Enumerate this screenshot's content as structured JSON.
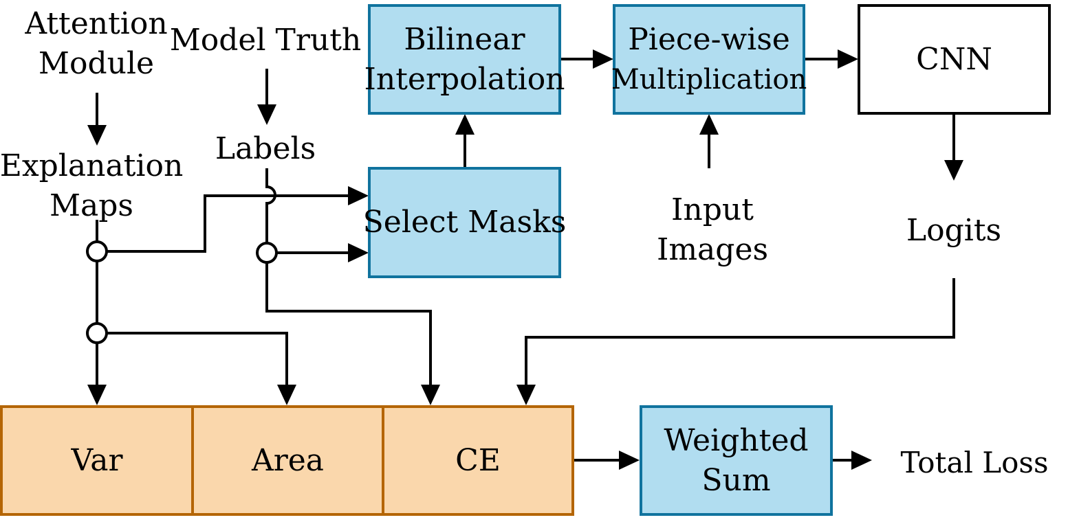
{
  "colors": {
    "blue_fill": "#b1ddf0",
    "blue_stroke": "#10739e",
    "orange_fill": "#fad7ac",
    "orange_stroke": "#b46504",
    "line": "#000000"
  },
  "labels": {
    "attention_module": [
      "Attention",
      "Module"
    ],
    "model_truth": "Model Truth",
    "explanation_maps": [
      "Explanation",
      "Maps"
    ],
    "labels": "Labels",
    "input_images": [
      "Input",
      "Images"
    ],
    "logits": "Logits",
    "total_loss": "Total Loss"
  },
  "boxes": {
    "bilinear": [
      "Bilinear",
      "Interpolation"
    ],
    "piecewise": [
      "Piece-wise",
      "Multiplication"
    ],
    "cnn": "CNN",
    "select_masks": "Select Masks",
    "weighted_sum": [
      "Weighted",
      "Sum"
    ],
    "var": "Var",
    "area": "Area",
    "ce": "CE"
  }
}
